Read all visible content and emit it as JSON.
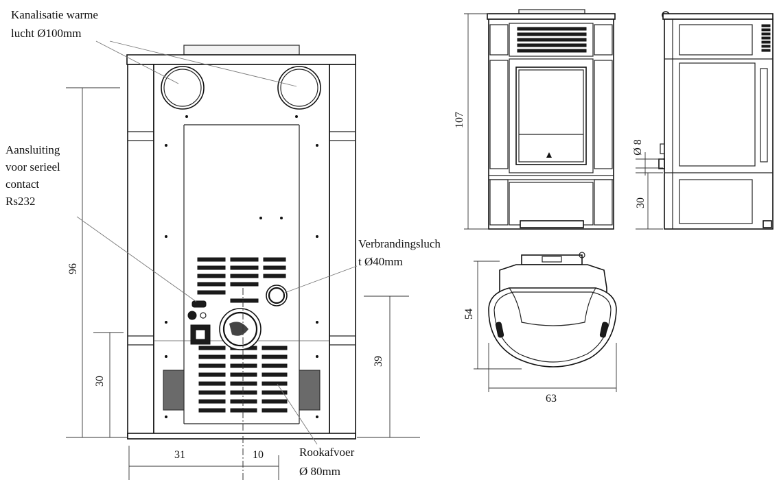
{
  "labels": {
    "warm_air": [
      "Kanalisatie warme",
      "lucht Ø100mm"
    ],
    "serial": [
      "Aansluiting",
      "voor serieel",
      "contact",
      "Rs232"
    ],
    "combustion_air": [
      "Verbrandingsluch",
      "t Ø40mm"
    ],
    "flue": [
      "Rookafvoer",
      "Ø 80mm"
    ]
  },
  "dimensions": {
    "back_height": "96",
    "back_lower": "30",
    "flue_height": "39",
    "width_left": "31",
    "width_right": "10",
    "front_height": "107",
    "side_pipe": "Ø 8",
    "side_lower": "30",
    "top_depth": "54",
    "top_width": "63"
  }
}
